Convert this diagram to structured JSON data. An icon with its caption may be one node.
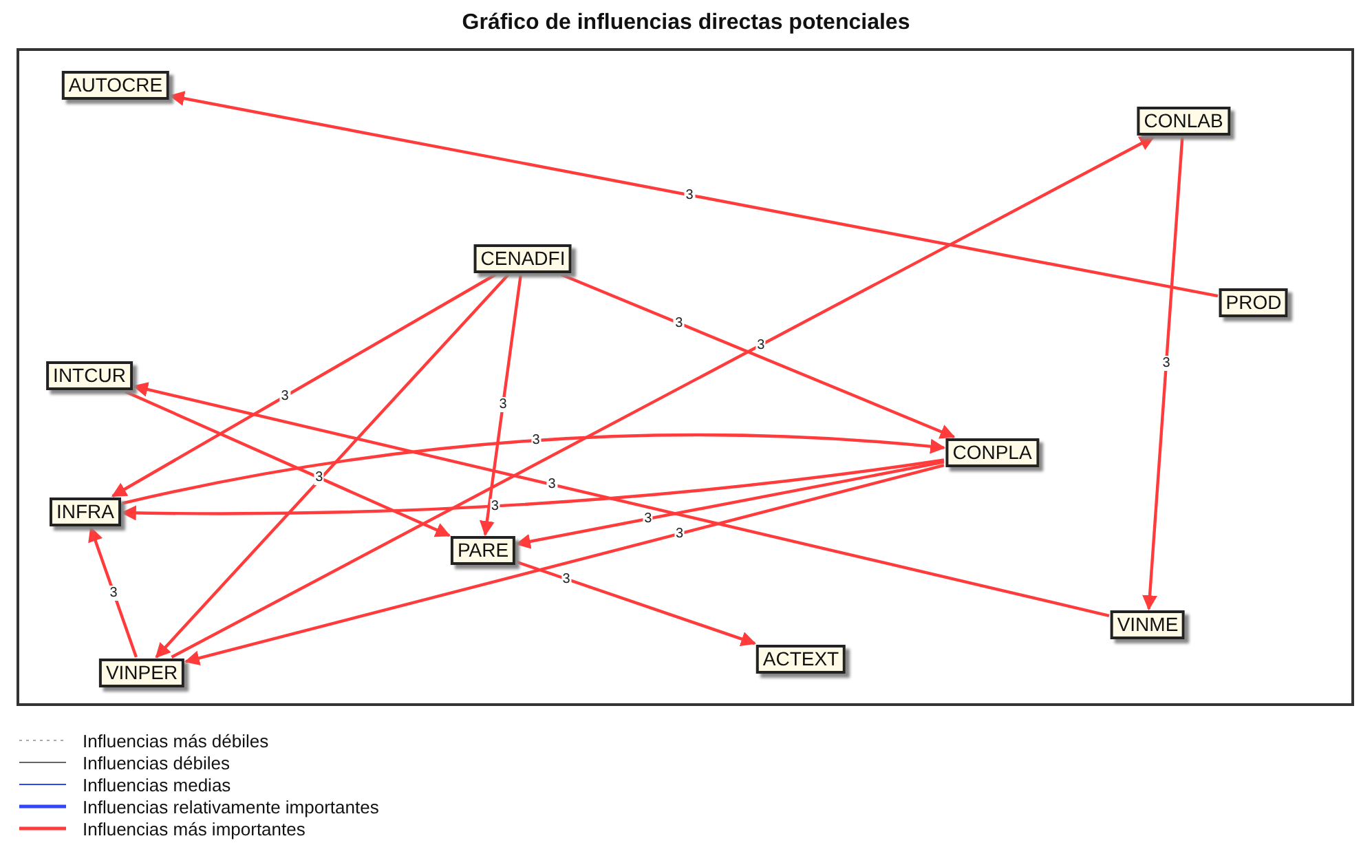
{
  "diagram": {
    "title": "Gráfico de influencias directas potenciales",
    "nodes": [
      {
        "text": [
          "AUTOCRE"
        ]
      },
      {
        "text": [
          "CONLAB"
        ]
      },
      {
        "text": [
          "CENADFI"
        ]
      },
      {
        "text": [
          "PROD"
        ]
      },
      {
        "text": [
          "INTCUR"
        ]
      },
      {
        "text": [
          "CONPLA"
        ]
      },
      {
        "text": [
          "INFRA"
        ]
      },
      {
        "text": [
          "PARE"
        ]
      },
      {
        "text": [
          "VINME"
        ]
      },
      {
        "text": [
          "ACTEXT"
        ]
      },
      {
        "text": [
          "VINPER"
        ]
      }
    ],
    "edges": [
      {
        "from": 3,
        "to": 0,
        "arrow": "to",
        "label": "3"
      },
      {
        "from": 10,
        "to": 1,
        "arrow": "to",
        "label": "3"
      },
      {
        "from": 1,
        "to": 8,
        "arrow": "to",
        "label": "3"
      },
      {
        "from": 2,
        "to": 6,
        "arrow": "to",
        "label": "3"
      },
      {
        "from": 2,
        "to": 10,
        "arrow": "to"
      },
      {
        "from": 2,
        "to": 7,
        "arrow": "to",
        "label": "3"
      },
      {
        "from": 2,
        "to": 5,
        "arrow": "to",
        "label": "3"
      },
      {
        "from": 4,
        "to": 7,
        "arrow": "to",
        "label": "3"
      },
      {
        "from": 8,
        "to": 4,
        "arrow": "to",
        "label": "3"
      },
      {
        "from": 6,
        "to": 5,
        "arrow": "to",
        "label": "3"
      },
      {
        "from": 5,
        "to": 6,
        "arrow": "to",
        "label": "3"
      },
      {
        "from": 5,
        "to": 7,
        "arrow": "to",
        "label": "3"
      },
      {
        "from": 5,
        "to": 10,
        "arrow": "to",
        "label": "3"
      },
      {
        "from": 7,
        "to": 9,
        "arrow": "to",
        "label": "3"
      },
      {
        "from": 10,
        "to": 6,
        "arrow": "to",
        "label": "3"
      }
    ],
    "legend": [
      {
        "text": "Influencias más débiles"
      },
      {
        "text": "Influencias débiles"
      },
      {
        "text": "Influencias medias"
      },
      {
        "text": "Influencias relativamente importantes"
      },
      {
        "text": "Influencias más importantes"
      }
    ]
  }
}
